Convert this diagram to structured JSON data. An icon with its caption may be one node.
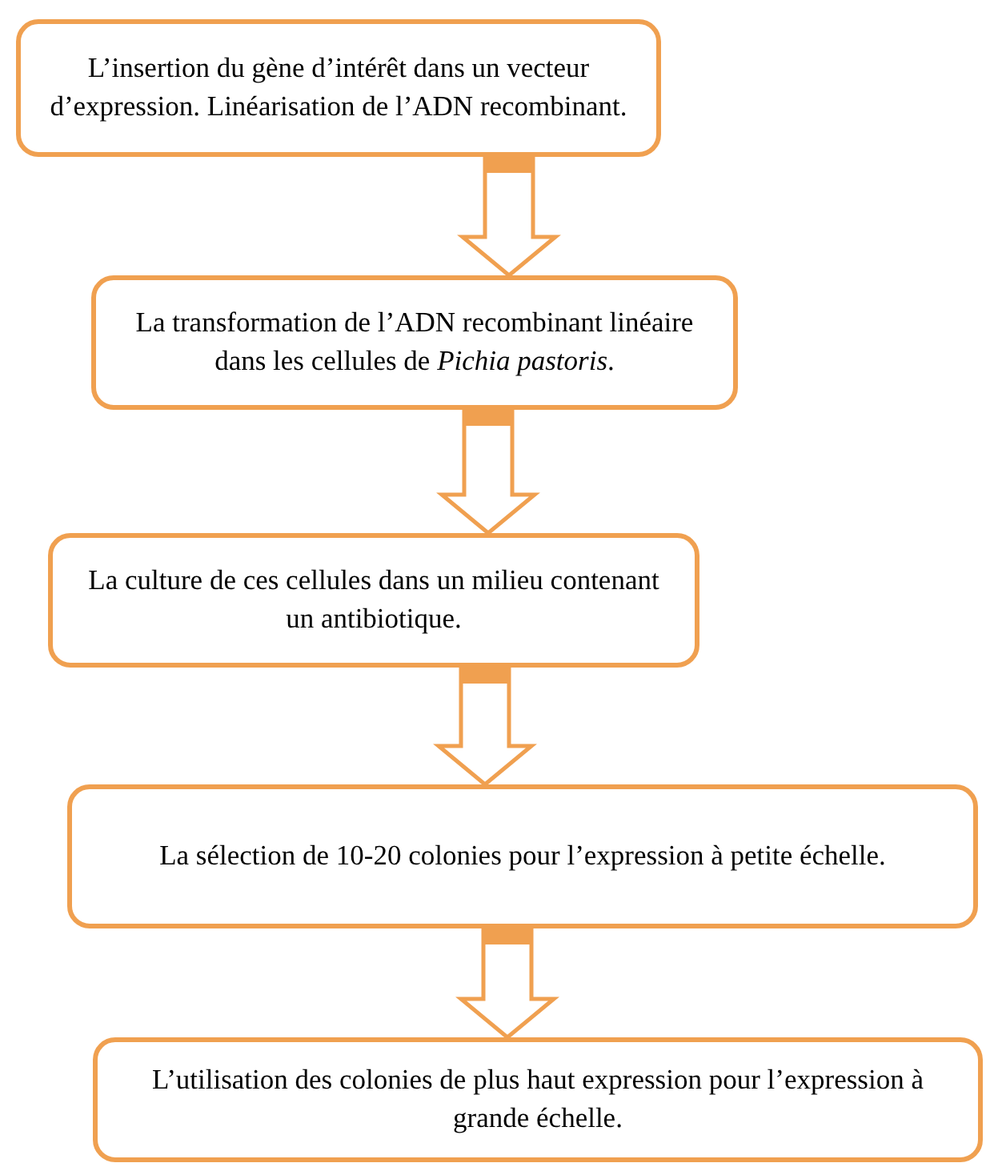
{
  "diagram": {
    "nodes": [
      {
        "text": [
          "L’insertion du gène d’intérêt dans un vecteur d’expression. Linéarisation de l’ADN recombinant."
        ]
      },
      {
        "text": [
          "La transformation de l’ADN recombinant linéaire dans les cellules de *Pichia pastoris*."
        ]
      },
      {
        "text": [
          "La culture de ces cellules dans un milieu contenant un antibiotique."
        ]
      },
      {
        "text": [
          "La sélection de 10-20 colonies pour l’expression à petite échelle."
        ]
      },
      {
        "text": [
          "L’utilisation des colonies de plus haut expression pour l’expression à grande échelle."
        ]
      }
    ],
    "edges": [
      {
        "from": 0,
        "to": 1,
        "arrow": "to"
      },
      {
        "from": 1,
        "to": 2,
        "arrow": "to"
      },
      {
        "from": 2,
        "to": 3,
        "arrow": "to"
      },
      {
        "from": 3,
        "to": 4,
        "arrow": "to"
      }
    ]
  }
}
